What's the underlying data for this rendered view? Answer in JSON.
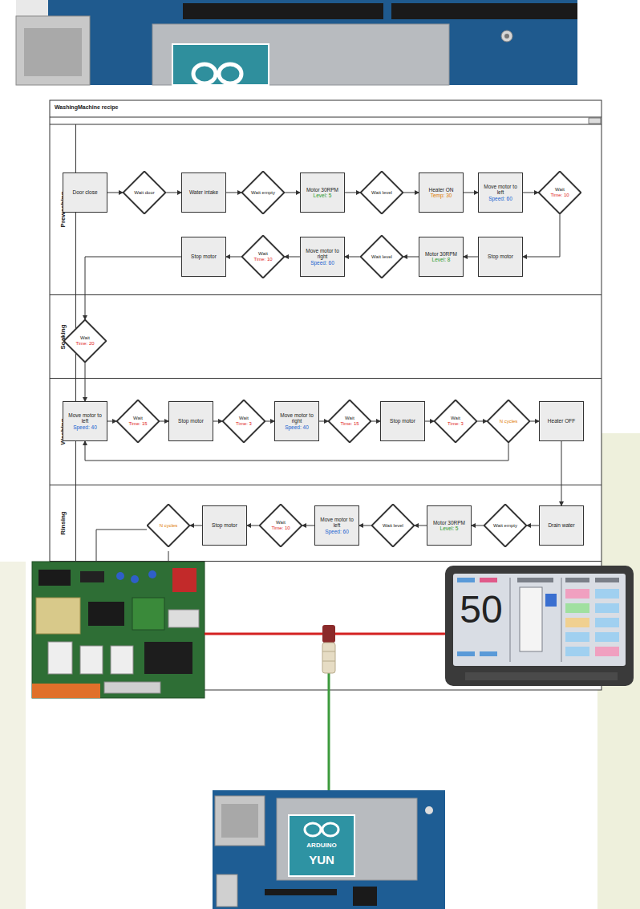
{
  "diagram": {
    "title": "WashingMachine recipe",
    "nodes": [
      {
        "text": [
          "Prewashing"
        ]
      },
      {
        "text": [
          "Soaking"
        ]
      },
      {
        "text": [
          "Washing"
        ]
      },
      {
        "text": [
          "Rinsing"
        ]
      },
      {
        "text": [
          "Door close"
        ],
        "in": 0
      },
      {
        "text": [
          "Wait door"
        ],
        "in": 0
      },
      {
        "text": [
          "Water intake"
        ],
        "in": 0
      },
      {
        "text": [
          "Wait empty"
        ],
        "in": 0
      },
      {
        "text": [
          "Motor 30RPM",
          "Level: 5"
        ],
        "in": 0
      },
      {
        "text": [
          "Wait level"
        ],
        "in": 0
      },
      {
        "text": [
          "Heater ON",
          "Temp: 30"
        ],
        "in": 0
      },
      {
        "text": [
          "Move motor to left",
          "Speed: 60"
        ],
        "in": 0
      },
      {
        "text": [
          "Wait",
          "Time: 10"
        ],
        "in": 0
      },
      {
        "text": [
          "Stop motor"
        ],
        "in": 0
      },
      {
        "text": [
          "Motor 30RPM",
          "Level: 8"
        ],
        "in": 0
      },
      {
        "text": [
          "Wait level"
        ],
        "in": 0
      },
      {
        "text": [
          "Move motor to right",
          "Speed: 60"
        ],
        "in": 0
      },
      {
        "text": [
          "Wait",
          "Time: 10"
        ],
        "in": 0
      },
      {
        "text": [
          "Stop motor"
        ],
        "in": 0
      },
      {
        "text": [
          "Wait",
          "Time: 20"
        ],
        "in": 1
      },
      {
        "text": [
          "Move motor to left",
          "Speed: 40"
        ],
        "in": 2
      },
      {
        "text": [
          "Wait",
          "Time: 15"
        ],
        "in": 2
      },
      {
        "text": [
          "Stop motor"
        ],
        "in": 2
      },
      {
        "text": [
          "Wait",
          "Time: 3"
        ],
        "in": 2
      },
      {
        "text": [
          "Move motor to right",
          "Speed: 40"
        ],
        "in": 2
      },
      {
        "text": [
          "Wait",
          "Time: 15"
        ],
        "in": 2
      },
      {
        "text": [
          "Stop motor"
        ],
        "in": 2
      },
      {
        "text": [
          "Wait",
          "Time: 3"
        ],
        "in": 2
      },
      {
        "text": [
          "N cycles"
        ],
        "in": 2
      },
      {
        "text": [
          "Heater OFF"
        ],
        "in": 2
      },
      {
        "text": [
          "Drain water"
        ],
        "in": 3
      },
      {
        "text": [
          "Wait empty"
        ],
        "in": 3
      },
      {
        "text": [
          "Motor 30RPM",
          "Level: 5"
        ],
        "in": 3
      },
      {
        "text": [
          "Wait level"
        ],
        "in": 3
      },
      {
        "text": [
          "Move motor to left",
          "Speed: 60"
        ],
        "in": 3
      },
      {
        "text": [
          "Wait",
          "Time: 10"
        ],
        "in": 3
      },
      {
        "text": [
          "Stop motor"
        ],
        "in": 3
      },
      {
        "text": [
          "N cycles"
        ],
        "in": 3
      }
    ],
    "edges": [
      {
        "from": 4,
        "to": 5,
        "arrow": "to"
      },
      {
        "from": 5,
        "to": 6,
        "arrow": "to"
      },
      {
        "from": 6,
        "to": 7,
        "arrow": "to"
      },
      {
        "from": 7,
        "to": 8,
        "arrow": "to"
      },
      {
        "from": 8,
        "to": 9,
        "arrow": "to"
      },
      {
        "from": 9,
        "to": 10,
        "arrow": "to"
      },
      {
        "from": 10,
        "to": 11,
        "arrow": "to"
      },
      {
        "from": 11,
        "to": 12,
        "arrow": "to"
      },
      {
        "from": 12,
        "to": 13,
        "arrow": "to"
      },
      {
        "from": 13,
        "to": 14,
        "arrow": "to"
      },
      {
        "from": 14,
        "to": 15,
        "arrow": "to"
      },
      {
        "from": 15,
        "to": 16,
        "arrow": "to"
      },
      {
        "from": 16,
        "to": 17,
        "arrow": "to"
      },
      {
        "from": 17,
        "to": 18,
        "arrow": "to"
      },
      {
        "from": 18,
        "to": 19,
        "arrow": "to"
      },
      {
        "from": 19,
        "to": 20,
        "arrow": "to"
      },
      {
        "from": 20,
        "to": 21,
        "arrow": "to"
      },
      {
        "from": 21,
        "to": 22,
        "arrow": "to"
      },
      {
        "from": 22,
        "to": 23,
        "arrow": "to"
      },
      {
        "from": 23,
        "to": 24,
        "arrow": "to"
      },
      {
        "from": 24,
        "to": 25,
        "arrow": "to"
      },
      {
        "from": 25,
        "to": 26,
        "arrow": "to"
      },
      {
        "from": 26,
        "to": 27,
        "arrow": "to"
      },
      {
        "from": 27,
        "to": 28,
        "arrow": "to"
      },
      {
        "from": 28,
        "to": 20,
        "arrow": "to"
      },
      {
        "from": 28,
        "to": 29,
        "arrow": "to"
      },
      {
        "from": 29,
        "to": 30,
        "arrow": "to"
      },
      {
        "from": 30,
        "to": 31,
        "arrow": "to"
      },
      {
        "from": 31,
        "to": 32,
        "arrow": "to"
      },
      {
        "from": 32,
        "to": 33,
        "arrow": "to"
      },
      {
        "from": 33,
        "to": 34,
        "arrow": "to"
      },
      {
        "from": 34,
        "to": 35,
        "arrow": "to"
      },
      {
        "from": 35,
        "to": 36,
        "arrow": "to"
      },
      {
        "from": 36,
        "to": 37,
        "arrow": "to"
      }
    ],
    "labels": [
      "50",
      "ARDUINO",
      "YUN"
    ]
  }
}
